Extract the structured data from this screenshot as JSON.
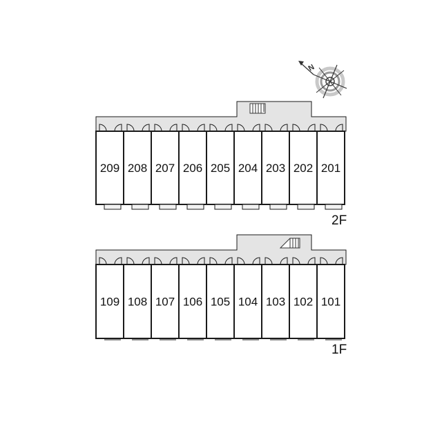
{
  "floors": [
    {
      "label": "2F",
      "units": [
        "209",
        "208",
        "207",
        "206",
        "205",
        "204",
        "203",
        "202",
        "201"
      ],
      "stair_icon": "staircase-icon"
    },
    {
      "label": "1F",
      "units": [
        "109",
        "108",
        "107",
        "106",
        "105",
        "104",
        "103",
        "102",
        "101"
      ],
      "stair_icon": "staircase-icon"
    }
  ],
  "compass": {
    "label": "N",
    "icon": "compass-icon"
  },
  "colors": {
    "corridor": "#e4e4e4",
    "line": "#1a1a1a",
    "balcony": "#f2f2f2"
  }
}
